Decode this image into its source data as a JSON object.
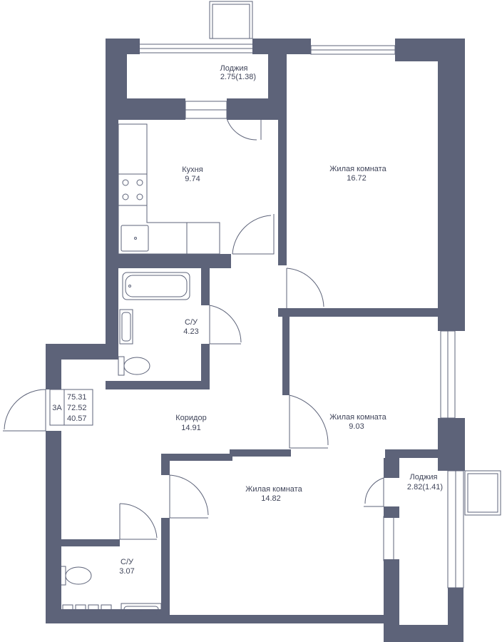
{
  "rooms": {
    "loggia_top": {
      "name": "Лоджия",
      "area": "2.75(1.38)"
    },
    "kitchen": {
      "name": "Кухня",
      "area": "9.74"
    },
    "living_large": {
      "name": "Жилая комната",
      "area": "16.72"
    },
    "bathroom": {
      "name": "С/У",
      "area": "4.23"
    },
    "corridor": {
      "name": "Коридор",
      "area": "14.91"
    },
    "living_middle": {
      "name": "Жилая комната",
      "area": "9.03"
    },
    "living_bottom": {
      "name": "Жилая комната",
      "area": "14.82"
    },
    "loggia_right": {
      "name": "Лоджия",
      "area": "2.82(1.41)"
    },
    "toilet": {
      "name": "С/У",
      "area": "3.07"
    }
  },
  "apartment": {
    "type": "3А",
    "total_area": "75.31",
    "area_without_loggia": "72.52",
    "living_area": "40.57"
  },
  "colors": {
    "wall": "#5d6379",
    "text": "#3f4459",
    "background": "#ffffff"
  }
}
